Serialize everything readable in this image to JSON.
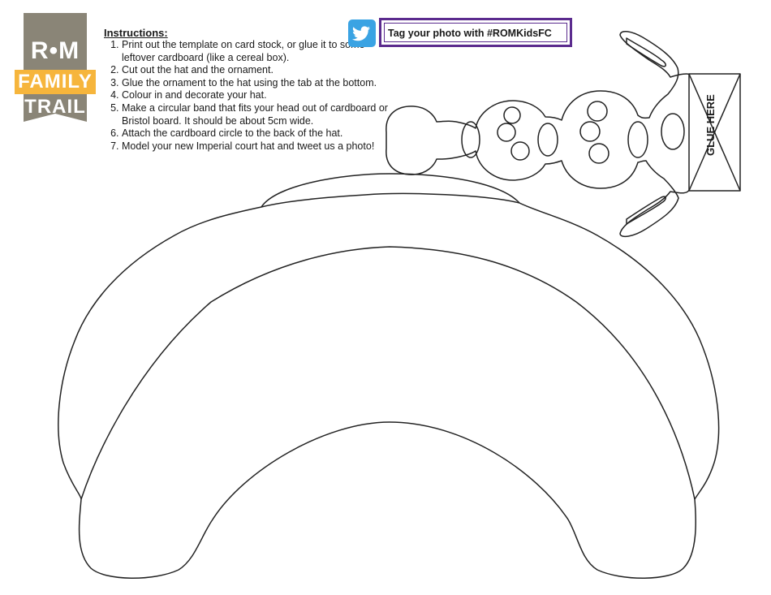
{
  "logo": {
    "rom": "R•M",
    "family": "FAMILY",
    "trail": "TRAIL"
  },
  "instructions": {
    "heading": "Instructions:",
    "steps": [
      "Print out the template on card stock, or glue it to some leftover cardboard (like a cereal box).",
      "Cut out the hat and the ornament.",
      "Glue the ornament to the hat using the tab at the bottom.",
      "Colour in and decorate your hat.",
      "Make a circular band that fits your head out of cardboard or Bristol board. It should be about 5cm wide.",
      "Attach the cardboard circle to the back of the hat.",
      "Model your new Imperial court hat and tweet us a photo!"
    ]
  },
  "social": {
    "tag_text": "Tag your photo with #ROMKidsFC",
    "icon": "twitter-bird-icon"
  },
  "ornament": {
    "glue_label": "GLUE HERE"
  },
  "colors": {
    "logo_grey": "#8a8577",
    "logo_yellow": "#f6b53c",
    "twitter_blue": "#3aa3e3",
    "tag_border": "#5b2b8e"
  }
}
